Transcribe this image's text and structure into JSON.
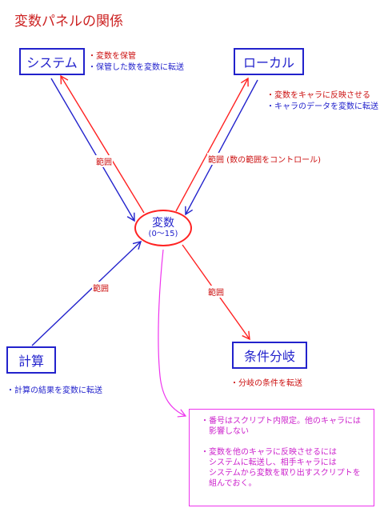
{
  "title": "変数パネルの関係",
  "nodes": {
    "system": "システム",
    "local": "ローカル",
    "calc": "計算",
    "branch": "条件分岐",
    "variable": {
      "name": "変数",
      "range": "(0〜15)"
    }
  },
  "notes": {
    "system": [
      "・変数を保管",
      "・保管した数を変数に転送"
    ],
    "local": [
      "・変数をキャラに反映させる",
      "・キャラのデータを変数に転送"
    ],
    "calc": [
      "・計算の結果を変数に転送"
    ],
    "branch": [
      "・分岐の条件を転送"
    ]
  },
  "edge_labels": {
    "system": "範囲",
    "local": "範囲 (数の範囲をコントロール)",
    "calc": "範囲",
    "branch": "範囲"
  },
  "memo": {
    "para1": "・番号はスクリプト内限定。他のキャラには\n　影響しない",
    "para2": "・変数を他のキャラに反映させるには\n　システムに転送し、相手キャラには\n　システムから変数を取り出すスクリプトを\n　組んでおく。"
  },
  "colors": {
    "red": "#ff2222",
    "blue": "#2222cc",
    "magenta": "#ee33ee"
  }
}
